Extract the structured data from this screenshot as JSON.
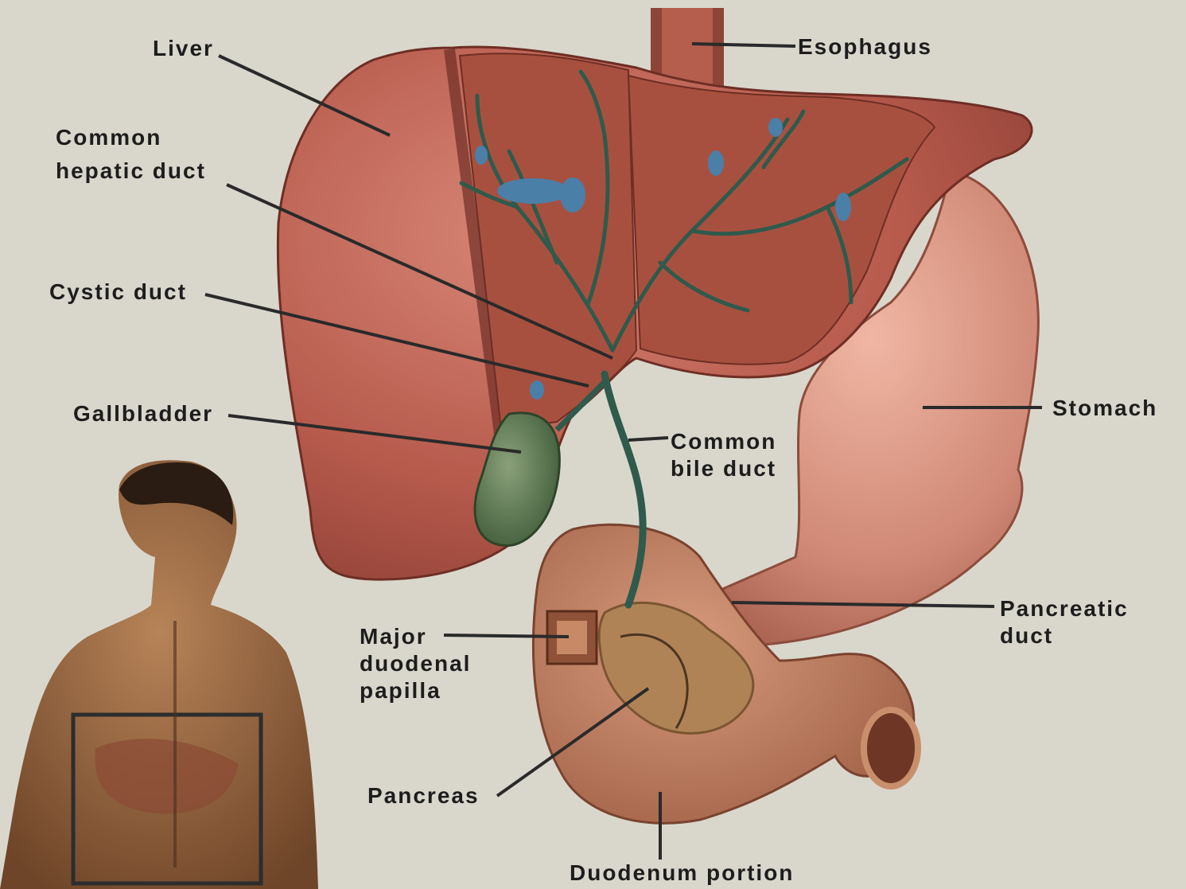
{
  "labels": {
    "liver": "Liver",
    "esophagus": "Esophagus",
    "common_hepatic_duct": [
      "Common",
      "hepatic duct"
    ],
    "cystic_duct": "Cystic duct",
    "gallbladder": "Gallbladder",
    "common_bile_duct": [
      "Common",
      "bile duct"
    ],
    "stomach": "Stomach",
    "pancreatic_duct": [
      "Pancreatic",
      "duct"
    ],
    "major_duodenal_papilla": [
      "Major",
      "duodenal",
      "papilla"
    ],
    "pancreas": "Pancreas",
    "duodenum_portion": "Duodenum portion"
  },
  "colors": {
    "background": "#d9d7cc",
    "liver": "#b65a4c",
    "liver_dark": "#8c3e34",
    "ducts": "#2f5a4c",
    "stomach": "#c98474",
    "duodenum": "#b9705a",
    "pancreas": "#b08357",
    "gallbladder": "#4e6b48",
    "skin": "#9a6a44",
    "leader_line": "#2a2a2a"
  }
}
